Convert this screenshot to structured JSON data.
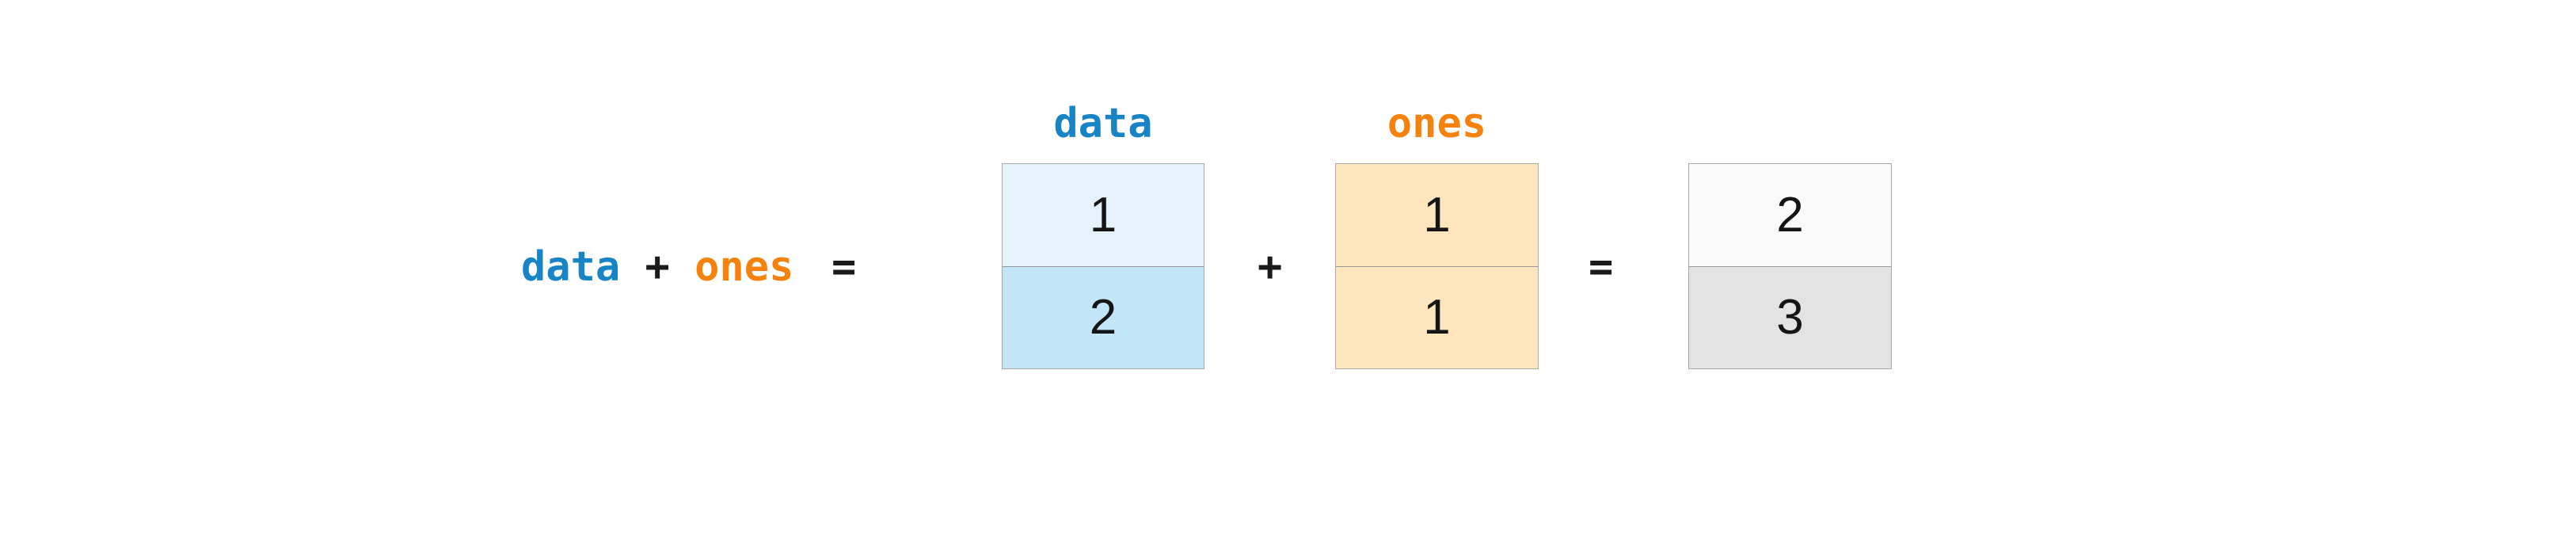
{
  "figure": {
    "equation_text": {
      "data": "data",
      "plus": " + ",
      "ones": "ones"
    },
    "equals_left": "=",
    "plus_middle": "+",
    "equals_right": "=",
    "arrays": {
      "data": {
        "label": "data",
        "values": [
          "1",
          "2"
        ]
      },
      "ones": {
        "label": "ones",
        "values": [
          "1",
          "1"
        ]
      },
      "result": {
        "values": [
          "2",
          "3"
        ]
      }
    },
    "colors": {
      "data_accent": "#1884c6",
      "ones_accent": "#f5820c",
      "data_cell_top": "#e4f3fb",
      "data_cell_bottom": "#c2e6f8",
      "ones_cell": "#fde5bd",
      "result_cell_top": "#fafafa",
      "result_cell_bottom": "#e3e3e3",
      "table_border": "#a8a8a8",
      "text_black": "#1a1a1a"
    }
  }
}
